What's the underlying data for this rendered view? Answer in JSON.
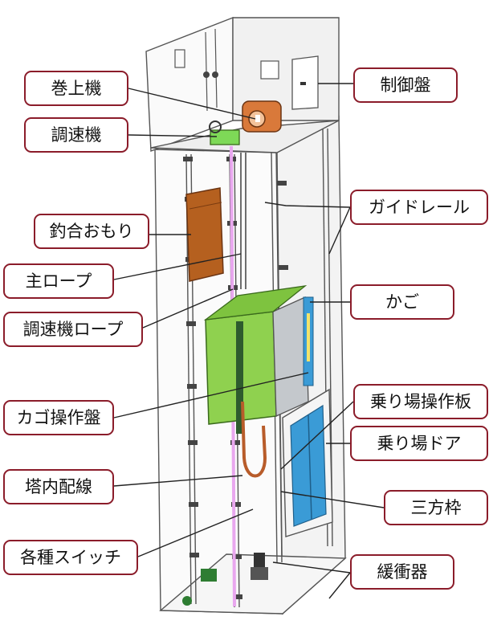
{
  "colors": {
    "callout_border": "#8b1c2a",
    "frame_line": "#555555",
    "counterweight": "#b5601f",
    "car": "#8fd14f",
    "car_side": "#c4c8cc",
    "landing_door": "#3a9bd6",
    "traction_machine": "#d9793a",
    "governor": "#7ed957",
    "governor_rope": "#e9a7ef",
    "wiring": "#b85c2a"
  },
  "callouts": {
    "traction_machine": "巻上機",
    "governor": "調速機",
    "counterweight": "釣合おもり",
    "main_rope": "主ロープ",
    "governor_rope": "調速機ロープ",
    "car_operating_panel": "カゴ操作盤",
    "hoistway_wiring": "塔内配線",
    "switches": "各種スイッチ",
    "control_panel": "制御盤",
    "guide_rail": "ガイドレール",
    "car": "かご",
    "hall_operating_panel": "乗り場操作板",
    "landing_door": "乗り場ドア",
    "three_sided_frame": "三方枠",
    "buffer": "緩衝器"
  }
}
